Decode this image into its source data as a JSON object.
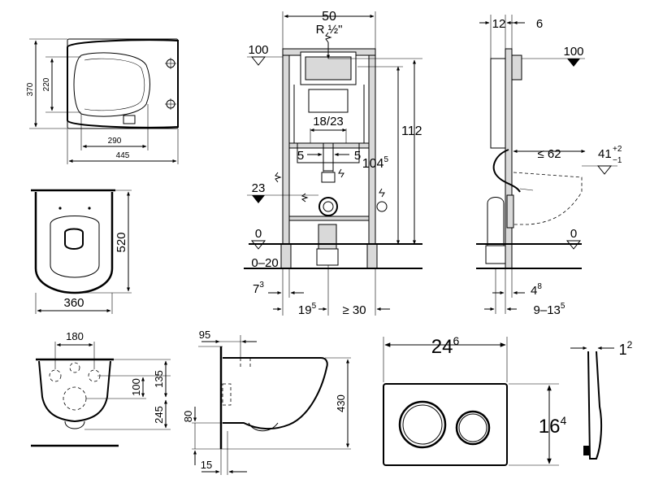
{
  "seat_top": {
    "d370": "370",
    "d220": "220",
    "d290": "290",
    "d445": "445"
  },
  "bowl_top": {
    "d520": "520",
    "d360": "360"
  },
  "bowl_front": {
    "d180": "180",
    "d100": "100",
    "d135": "135",
    "d245": "245"
  },
  "bowl_side": {
    "d95": "95",
    "d80": "80",
    "d15": "15",
    "d430": "430"
  },
  "frame_front": {
    "d50": "50",
    "r_half": "R ½\"",
    "lvl100": "100",
    "d18_23": "18/23",
    "d5_left": "5",
    "d5_right": "5",
    "d23": "23",
    "lvl0": "0",
    "d0_20": "0–20",
    "d7_3": "7",
    "d7_3_sup": "3",
    "d19_5": "19",
    "d19_5_sup": "5",
    "d_ge30": "≥ 30",
    "d112": "112",
    "d104_5": "104",
    "d104_5_sup": "5"
  },
  "frame_side": {
    "d12": "12",
    "d6": "6",
    "lvl100": "100",
    "d_le62": "≤ 62",
    "d41": "41",
    "d41_plus": "+2",
    "d41_minus": "−1",
    "lvl0": "0",
    "d4_8": "4",
    "d4_8_sup": "8",
    "d9_13_5": "9–13",
    "d9_13_5_sup": "5"
  },
  "plate": {
    "d24_6": "24",
    "d24_6_sup": "6",
    "d16_4": "16",
    "d16_4_sup": "4",
    "d1_2": "1",
    "d1_2_sup": "2"
  }
}
